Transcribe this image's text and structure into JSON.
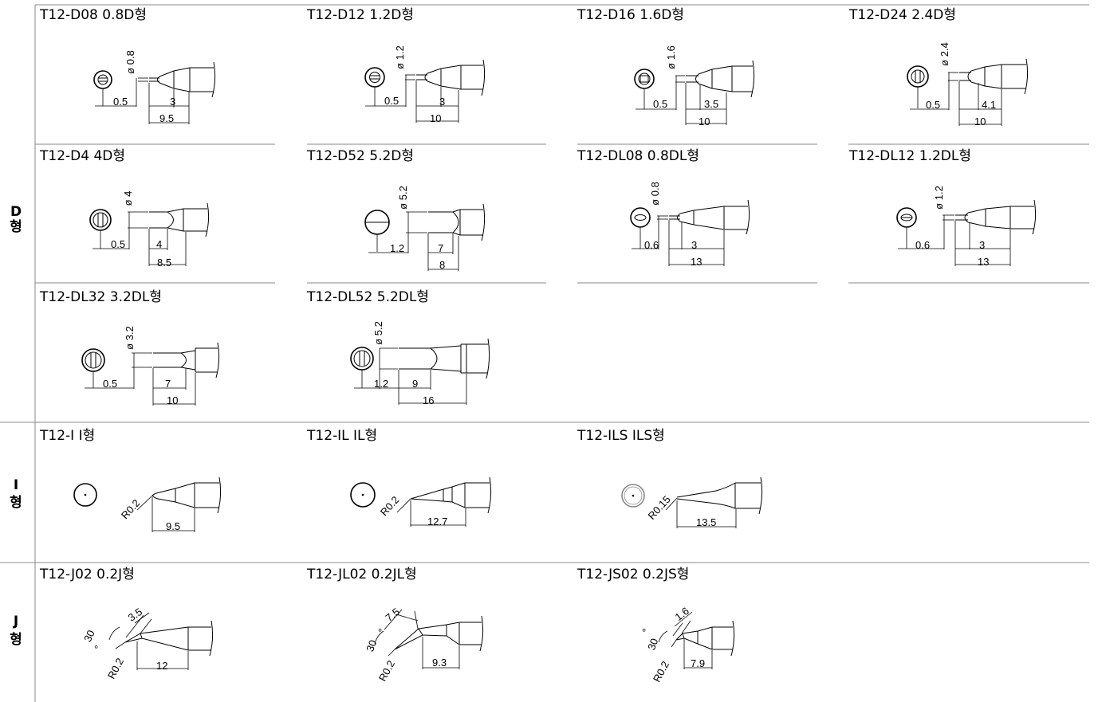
{
  "categories": [
    {
      "label_top": "D",
      "label_bottom": "형"
    },
    {
      "label_top": "I",
      "label_bottom": "형"
    },
    {
      "label_top": "J",
      "label_bottom": "형"
    }
  ],
  "tips": [
    {
      "title": "T12-D08  0.8D형",
      "dia": "ø 0.8",
      "d1": "0.5",
      "d2": "3",
      "d3": "9.5"
    },
    {
      "title": "T12-D12  1.2D형",
      "dia": "ø 1.2",
      "d1": "0.5",
      "d2": "3",
      "d3": "10"
    },
    {
      "title": "T12-D16  1.6D형",
      "dia": "ø 1.6",
      "d1": "0.5",
      "d2": "3.5",
      "d3": "10"
    },
    {
      "title": "T12-D24  2.4D형",
      "dia": "ø 2.4",
      "d1": "0.5",
      "d2": "4.1",
      "d3": "10"
    },
    {
      "title": "T12-D4  4D형",
      "dia": "ø 4",
      "d1": "0.5",
      "d2": "4",
      "d3": "8.5"
    },
    {
      "title": "T12-D52  5.2D형",
      "dia": "ø 5.2",
      "d1": "1.2",
      "d2": "7",
      "d3": "8"
    },
    {
      "title": "T12-DL08  0.8DL형",
      "dia": "ø 0.8",
      "d1": "0.6",
      "d2": "3",
      "d3": "13"
    },
    {
      "title": "T12-DL12  1.2DL형",
      "dia": "ø 1.2",
      "d1": "0.6",
      "d2": "3",
      "d3": "13"
    },
    {
      "title": "T12-DL32  3.2DL형",
      "dia": "ø 3.2",
      "d1": "0.5",
      "d2": "7",
      "d3": "10"
    },
    {
      "title": "T12-DL52  5.2DL형",
      "dia": "ø 5.2",
      "d1": "1.2",
      "d2": "9",
      "d3": "16"
    },
    {
      "title": "T12-I  I형",
      "radius": "R0.2",
      "len": "9.5"
    },
    {
      "title": "T12-IL  IL형",
      "radius": "R0.2",
      "len": "12.7"
    },
    {
      "title": "T12-ILS  ILS형",
      "radius": "R0.15",
      "len": "13.5"
    },
    {
      "title": "T12-J02  0.2J형",
      "angle": "30",
      "deg": "°",
      "bend": "3.5",
      "radius": "R0.2",
      "len": "12"
    },
    {
      "title": "T12-JL02  0.2JL형",
      "angle": "30",
      "deg": "°",
      "bend": "7.5",
      "radius": "R0.2",
      "len": "9.3"
    },
    {
      "title": "T12-JS02  0.2JS형",
      "angle": "30",
      "deg": "°",
      "bend": "1.6",
      "radius": "R0.2",
      "len": "7.9"
    }
  ]
}
